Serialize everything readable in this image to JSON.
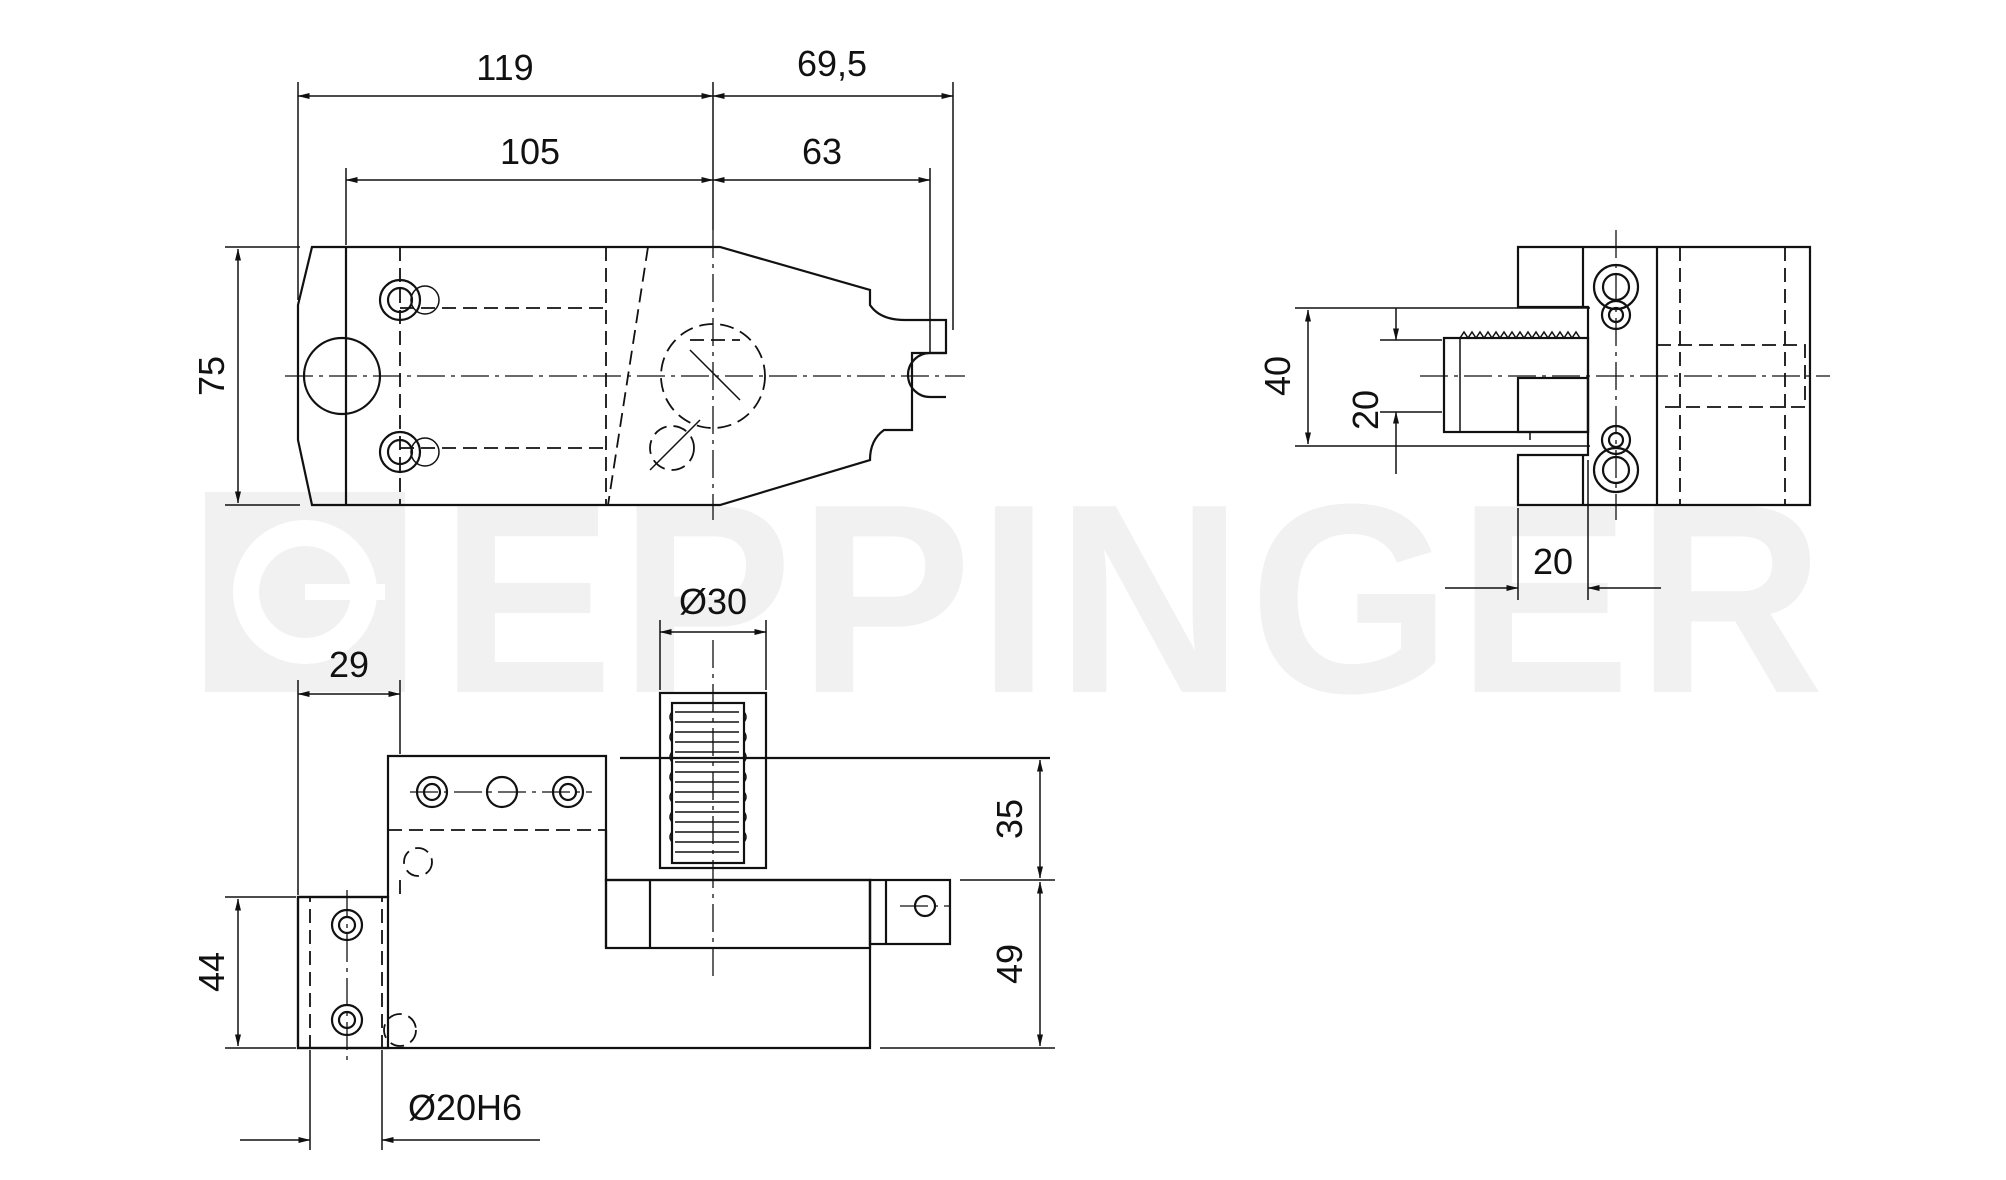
{
  "watermark": {
    "text": "EPPINGER",
    "color": "#f1f1f1"
  },
  "line_color": "#111111",
  "dimensions": {
    "top_width_total": "119",
    "top_width_inner": "105",
    "top_right_total": "69,5",
    "top_right_inner": "63",
    "top_height": "75",
    "side_height_40": "40",
    "side_height_20": "20",
    "side_width_20": "20",
    "diameter_30": "Ø30",
    "front_width_29": "29",
    "front_height_35": "35",
    "front_height_44": "44",
    "front_height_49": "49",
    "shank_diameter": "Ø20H6"
  }
}
